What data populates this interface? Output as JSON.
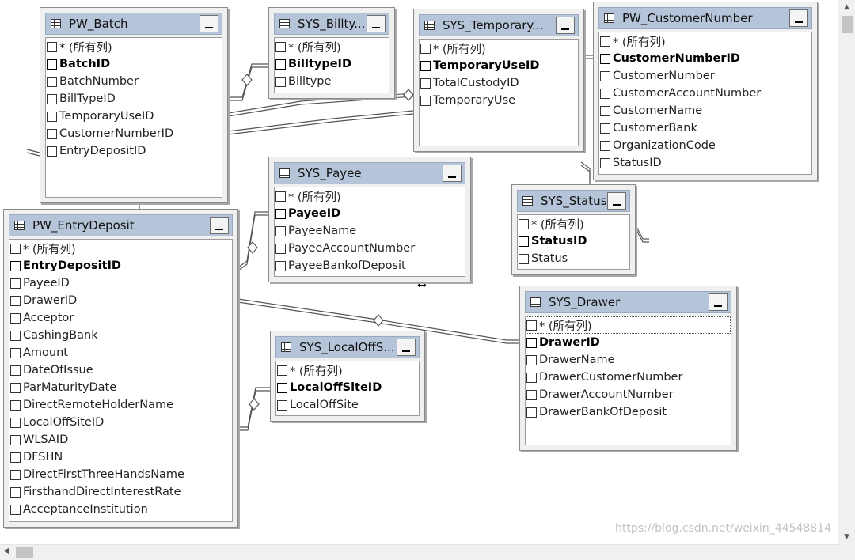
{
  "tables": [
    {
      "id": "pw-batch",
      "title": "PW_Batch",
      "rows": [
        {
          "label": "* (所有列)",
          "pk": false
        },
        {
          "label": "BatchID",
          "pk": true
        },
        {
          "label": "BatchNumber",
          "pk": false
        },
        {
          "label": "BillTypeID",
          "pk": false
        },
        {
          "label": "TemporaryUseID",
          "pk": false
        },
        {
          "label": "CustomerNumberID",
          "pk": false
        },
        {
          "label": "EntryDepositID",
          "pk": false
        }
      ]
    },
    {
      "id": "sys-billtype",
      "title": "SYS_Billty...",
      "rows": [
        {
          "label": "* (所有列)",
          "pk": false
        },
        {
          "label": "BilltypeID",
          "pk": true
        },
        {
          "label": "Billtype",
          "pk": false
        }
      ]
    },
    {
      "id": "sys-temporaryuse",
      "title": "SYS_Temporary...",
      "rows": [
        {
          "label": "* (所有列)",
          "pk": false
        },
        {
          "label": "TemporaryUseID",
          "pk": true
        },
        {
          "label": "TotalCustodyID",
          "pk": false
        },
        {
          "label": "TemporaryUse",
          "pk": false
        }
      ]
    },
    {
      "id": "pw-customernumber",
      "title": "PW_CustomerNumber",
      "rows": [
        {
          "label": "* (所有列)",
          "pk": false
        },
        {
          "label": "CustomerNumberID",
          "pk": true
        },
        {
          "label": "CustomerNumber",
          "pk": false
        },
        {
          "label": "CustomerAccountNumber",
          "pk": false
        },
        {
          "label": "CustomerName",
          "pk": false
        },
        {
          "label": "CustomerBank",
          "pk": false
        },
        {
          "label": "OrganizationCode",
          "pk": false
        },
        {
          "label": "StatusID",
          "pk": false
        }
      ]
    },
    {
      "id": "sys-payee",
      "title": "SYS_Payee",
      "rows": [
        {
          "label": "* (所有列)",
          "pk": false
        },
        {
          "label": "PayeeID",
          "pk": true
        },
        {
          "label": "PayeeName",
          "pk": false
        },
        {
          "label": "PayeeAccountNumber",
          "pk": false
        },
        {
          "label": "PayeeBankofDeposit",
          "pk": false
        }
      ]
    },
    {
      "id": "sys-status",
      "title": "SYS_Status",
      "rows": [
        {
          "label": "* (所有列)",
          "pk": false
        },
        {
          "label": "StatusID",
          "pk": true
        },
        {
          "label": "Status",
          "pk": false
        }
      ]
    },
    {
      "id": "pw-entrydeposit",
      "title": "PW_EntryDeposit",
      "rows": [
        {
          "label": "* (所有列)",
          "pk": false
        },
        {
          "label": "EntryDepositID",
          "pk": true
        },
        {
          "label": "PayeeID",
          "pk": false
        },
        {
          "label": "DrawerID",
          "pk": false
        },
        {
          "label": "Acceptor",
          "pk": false
        },
        {
          "label": "CashingBank",
          "pk": false
        },
        {
          "label": "Amount",
          "pk": false
        },
        {
          "label": "DateOfIssue",
          "pk": false
        },
        {
          "label": "ParMaturityDate",
          "pk": false
        },
        {
          "label": "DirectRemoteHolderName",
          "pk": false
        },
        {
          "label": "LocalOffSiteID",
          "pk": false
        },
        {
          "label": "WLSAID",
          "pk": false
        },
        {
          "label": "DFSHN",
          "pk": false
        },
        {
          "label": "DirectFirstThreeHandsName",
          "pk": false
        },
        {
          "label": "FirsthandDirectInterestRate",
          "pk": false
        },
        {
          "label": "AcceptanceInstitution",
          "pk": false
        }
      ]
    },
    {
      "id": "sys-drawer",
      "title": "SYS_Drawer",
      "rows": [
        {
          "label": "* (所有列)",
          "pk": false
        },
        {
          "label": "DrawerID",
          "pk": true
        },
        {
          "label": "DrawerName",
          "pk": false
        },
        {
          "label": "DrawerCustomerNumber",
          "pk": false
        },
        {
          "label": "DrawerAccountNumber",
          "pk": false
        },
        {
          "label": "DrawerBankOfDeposit",
          "pk": false
        }
      ]
    },
    {
      "id": "sys-localoffsite",
      "title": "SYS_LocalOffS...",
      "rows": [
        {
          "label": "* (所有列)",
          "pk": false
        },
        {
          "label": "LocalOffSiteID",
          "pk": true
        },
        {
          "label": "LocalOffSite",
          "pk": false
        }
      ]
    }
  ],
  "icons": {
    "table": "table-grid-icon",
    "minimize": "minimize-icon",
    "checkbox": "checkbox-icon"
  },
  "colors": {
    "header": "#b5c4d8",
    "frame": "#f0f0f0",
    "line": "#555555"
  },
  "watermark": "https://blog.csdn.net/weixin_44548814"
}
